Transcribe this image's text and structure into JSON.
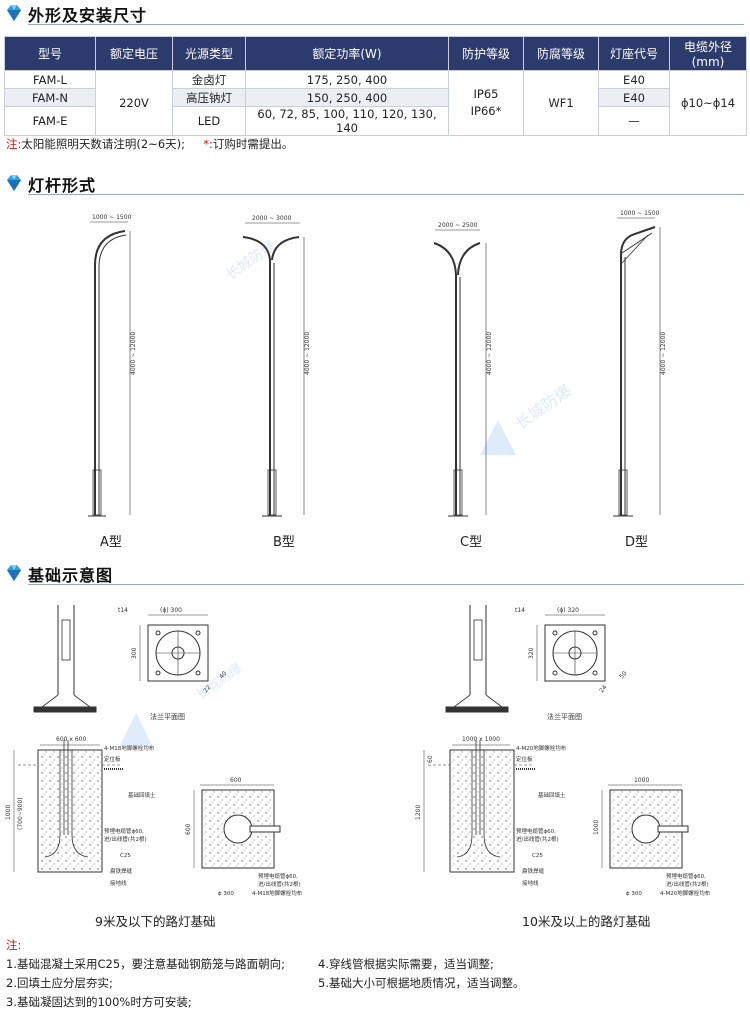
{
  "sections": {
    "dimensions": "外形及安装尺寸",
    "pole_types": "灯杆形式",
    "foundation": "基础示意图"
  },
  "table": {
    "headers": [
      "型号",
      "额定电压",
      "光源类型",
      "额定功率(W)",
      "防护等级",
      "防腐等级",
      "灯座代号",
      "电缆外径(mm)"
    ],
    "rows": [
      {
        "model": "FAM-L",
        "source": "金卤灯",
        "power": "175, 250, 400",
        "base": "E40"
      },
      {
        "model": "FAM-N",
        "source": "高压钠灯",
        "power": "150, 250, 400",
        "base": "E40"
      },
      {
        "model": "FAM-E",
        "source": "LED",
        "power": "60, 72, 85, 100, 110, 120, 130, 140",
        "base": "—"
      }
    ],
    "voltage": "220V",
    "protection_1": "IP65",
    "protection_2": "IP66*",
    "anticorrosion": "WF1",
    "cable": "ϕ10~ϕ14"
  },
  "note1": {
    "label": "注:",
    "text": "太阳能照明天数请注明(2~6天);",
    "star": "*:",
    "star_text": "订购时需提出。"
  },
  "poles": [
    {
      "label": "A型",
      "top_dim": "1000 ~ 1500",
      "height_dim": "4000 ~ 12000"
    },
    {
      "label": "B型",
      "top_dim": "2000 ~ 3000",
      "height_dim": "4000 ~ 12000"
    },
    {
      "label": "C型",
      "top_dim": "2000 ~ 2500",
      "height_dim": "4000 ~ 12000"
    },
    {
      "label": "D型",
      "top_dim": "1000 ~ 1500",
      "height_dim": "4000 ~ 12000"
    }
  ],
  "foundation_left": {
    "caption": "9米及以下的路灯基础",
    "flange_label": "法兰平面图",
    "flange_thk": "t14",
    "flange_dia": "(ϕ) 300",
    "flange_side": "300",
    "flange_d1": "40",
    "flange_d2": "22",
    "base_size": "600 x 600",
    "depth": "1000",
    "depth_range": "(700~900)",
    "plan_w": "600",
    "plan_h": "600",
    "plan_dia": "ϕ 300",
    "bolt": "4-M18地脚螺栓均布",
    "pipe": "预埋电缆管ϕ60,",
    "pipe2": "进/出线管(共2根)",
    "bolt_plan": "4-M18地脚螺栓均布"
  },
  "foundation_right": {
    "caption": "10米及以上的路灯基础",
    "flange_label": "法兰平面图",
    "flange_thk": "t14",
    "flange_dia": "(ϕ) 320",
    "flange_side": "320",
    "flange_d1": "50",
    "flange_d2": "24",
    "base_size": "1000 x 1000",
    "depth": "1200",
    "top_dim": "60",
    "plan_w": "1000",
    "plan_h": "1000",
    "plan_dia": "ϕ 300",
    "bolt": "4-M20地脚螺栓均布",
    "pipe": "预埋电缆管ϕ60,",
    "pipe2": "进/出线管(共2根)",
    "bolt_plan": "4-M20地脚螺栓均布"
  },
  "foundation_labels": {
    "locate": "定位板",
    "soil": "基础回填土",
    "concrete": "C25",
    "steel": "扁铁焊缝",
    "ground": "接地线"
  },
  "notes2": {
    "label": "注:",
    "left": [
      "1.基础混凝土采用C25，要注意基础钢筋笼与路面朝向;",
      "2.回填土应分层夯实;",
      "3.基础凝固达到的100%时方可安装;"
    ],
    "right": [
      "4.穿线管根据实际需要，适当调整;",
      "5.基础大小可根据地质情况，适当调整。"
    ]
  },
  "colors": {
    "header_bg": "#2d3a6c",
    "accent_red": "#d0121b",
    "gem": "#2f9fe0"
  }
}
